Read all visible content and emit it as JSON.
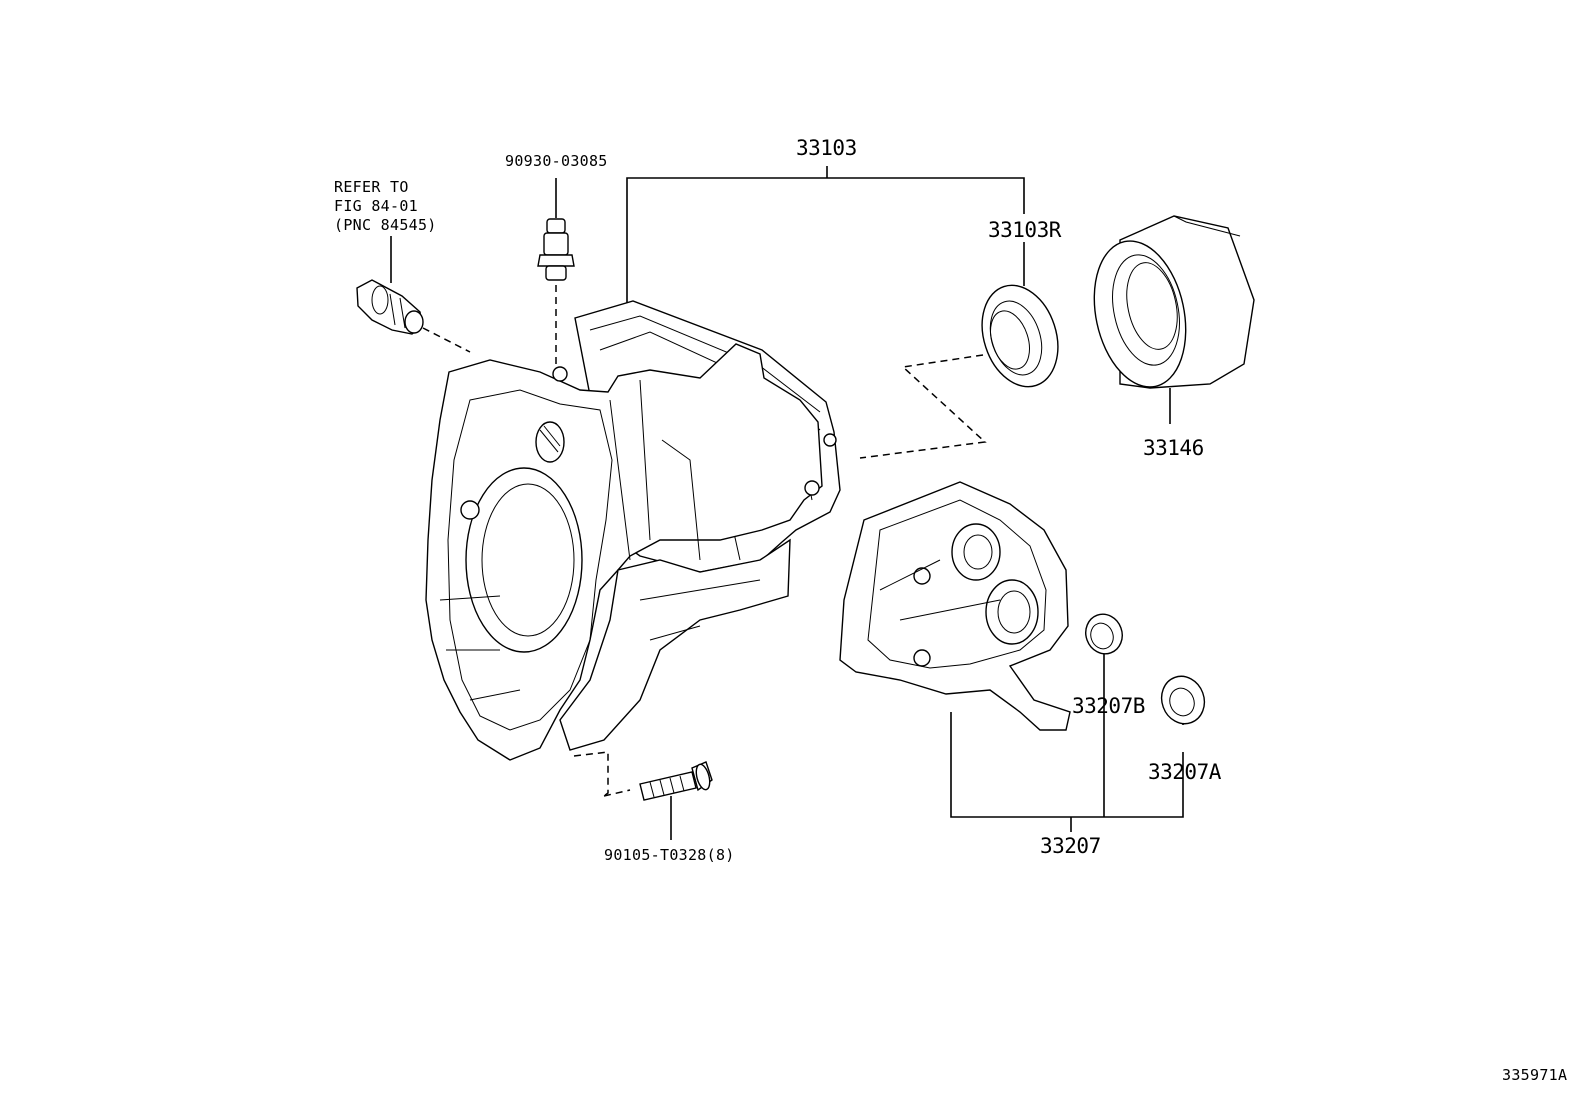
{
  "labels": {
    "refer_line1": "REFER TO",
    "refer_line2": "FIG 84-01",
    "refer_line3": "(PNC 84545)",
    "breather_plug": "90930-03085",
    "case_assy": "33103",
    "oil_seal_r": "33103R",
    "cover": "33146",
    "rear_cover_seal_b": "33207B",
    "rear_cover_seal_a": "33207A",
    "rear_cover_assy": "33207",
    "bolt": "90105-T0328(8)",
    "figure_id": "335971A"
  }
}
